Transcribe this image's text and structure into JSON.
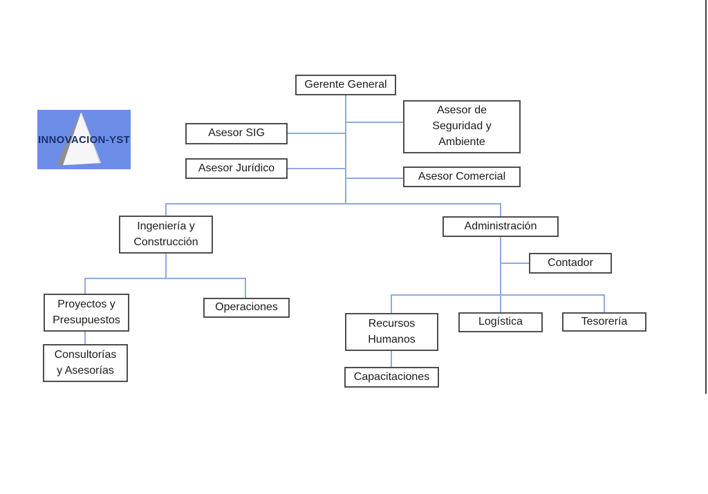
{
  "logo": {
    "text": "INNOVACION-YST",
    "triangle_icon": "pyramid-icon"
  },
  "colors": {
    "connector": "#8EAADB",
    "box_border": "#4D4D4D",
    "canvas_edge": "#3F3F3F",
    "logo_bg": "#6C8EE9",
    "logo_text": "#1E2F63",
    "node_fill": "#FFFFFF",
    "node_text": "#1A1A1A"
  },
  "org_chart": {
    "type": "org-tree",
    "nodes": [
      {
        "id": "gerente-general",
        "label": "Gerente General",
        "reports_to": null
      },
      {
        "id": "asesor-seguridad",
        "label": "Asesor de\nSeguridad y\nAmbiente",
        "reports_to": "gerente-general"
      },
      {
        "id": "asesor-sig",
        "label": "Asesor SIG",
        "reports_to": "gerente-general"
      },
      {
        "id": "asesor-juridico",
        "label": "Asesor Jurídico",
        "reports_to": "gerente-general"
      },
      {
        "id": "asesor-comercial",
        "label": "Asesor Comercial",
        "reports_to": "gerente-general"
      },
      {
        "id": "ingenieria",
        "label": "Ingeniería y\nConstrucción",
        "reports_to": "gerente-general"
      },
      {
        "id": "administracion",
        "label": "Administración",
        "reports_to": "gerente-general"
      },
      {
        "id": "contador",
        "label": "Contador",
        "reports_to": "administracion"
      },
      {
        "id": "proyectos",
        "label": "Proyectos y\nPresupuestos",
        "reports_to": "ingenieria"
      },
      {
        "id": "operaciones",
        "label": "Operaciones",
        "reports_to": "ingenieria"
      },
      {
        "id": "recursos-humanos",
        "label": "Recursos\nHumanos",
        "reports_to": "administracion"
      },
      {
        "id": "logistica",
        "label": "Logística",
        "reports_to": "administracion"
      },
      {
        "id": "tesoreria",
        "label": "Tesorería",
        "reports_to": "administracion"
      },
      {
        "id": "consultorias",
        "label": "Consultorías\ny Asesorías",
        "reports_to": "proyectos"
      },
      {
        "id": "capacitaciones",
        "label": "Capacitaciones",
        "reports_to": "recursos-humanos"
      }
    ]
  }
}
